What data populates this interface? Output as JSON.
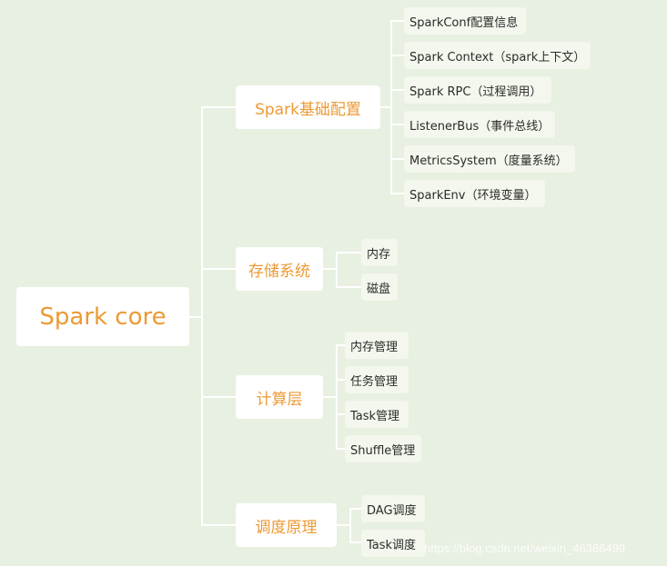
{
  "root": {
    "label": "Spark core"
  },
  "branches": [
    {
      "label": "Spark基础配置",
      "children": [
        "SparkConf配置信息",
        "Spark Context（spark上下文）",
        "Spark RPC（过程调用）",
        "ListenerBus（事件总线）",
        "MetricsSystem（度量系统）",
        "SparkEnv（环境变量）"
      ]
    },
    {
      "label": "存储系统",
      "children": [
        "内存",
        "磁盘"
      ]
    },
    {
      "label": "计算层",
      "children": [
        "内存管理",
        "任务管理",
        "Task管理",
        "Shuffle管理"
      ]
    },
    {
      "label": "调度原理",
      "children": [
        "DAG调度",
        "Task调度"
      ]
    }
  ],
  "watermark": "https://blog.csdn.net/weixin_46366499",
  "colors": {
    "background": "#e8f0e1",
    "accent": "#ec9a34",
    "line": "#ffffff"
  }
}
